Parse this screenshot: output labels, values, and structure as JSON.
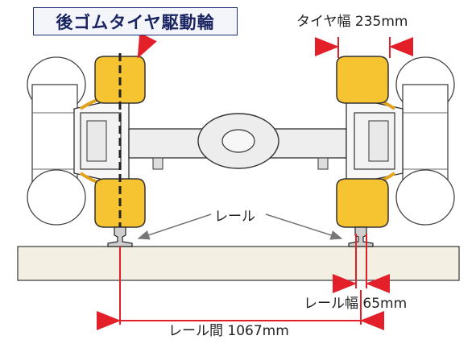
{
  "labels": {
    "title": "後ゴムタイヤ駆動輪",
    "tire_width": "タイヤ幅 235mm",
    "rail": "レール",
    "rail_width": "レール幅 65mm",
    "gauge": "レール間 1067mm"
  },
  "colors": {
    "dimension_red": "#e3202a",
    "tire_yellow": "#f6c431",
    "tire_outline": "#333333",
    "title_border": "#1c2f7a",
    "title_text": "#1a2460",
    "ground": "#f4efe3",
    "axle_gray": "#e9e9e9"
  }
}
